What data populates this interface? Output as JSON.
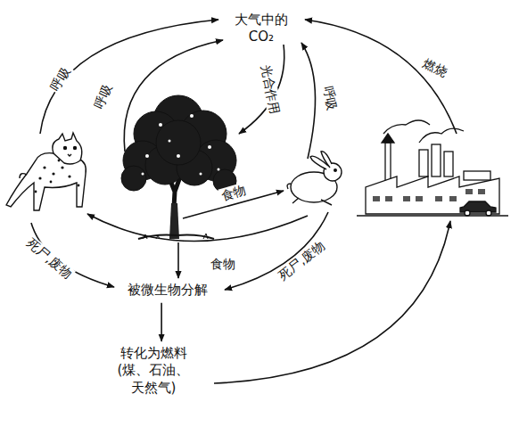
{
  "diagram": {
    "nodes": [
      {
        "text": [
          "大气中的 CO₂"
        ]
      },
      {
        "text": [
          "被微生物分解"
        ]
      },
      {
        "text": [
          "转化为燃料 (煤、石油、天然气)"
        ]
      }
    ],
    "edges": [
      {
        "from": 1,
        "to": 2,
        "arrow": "to"
      }
    ],
    "labels": [
      "呼吸",
      "呼吸",
      "光合作用",
      "呼吸",
      "燃烧",
      "食物",
      "食物",
      "死尸,废物",
      "死尸,废物"
    ]
  }
}
